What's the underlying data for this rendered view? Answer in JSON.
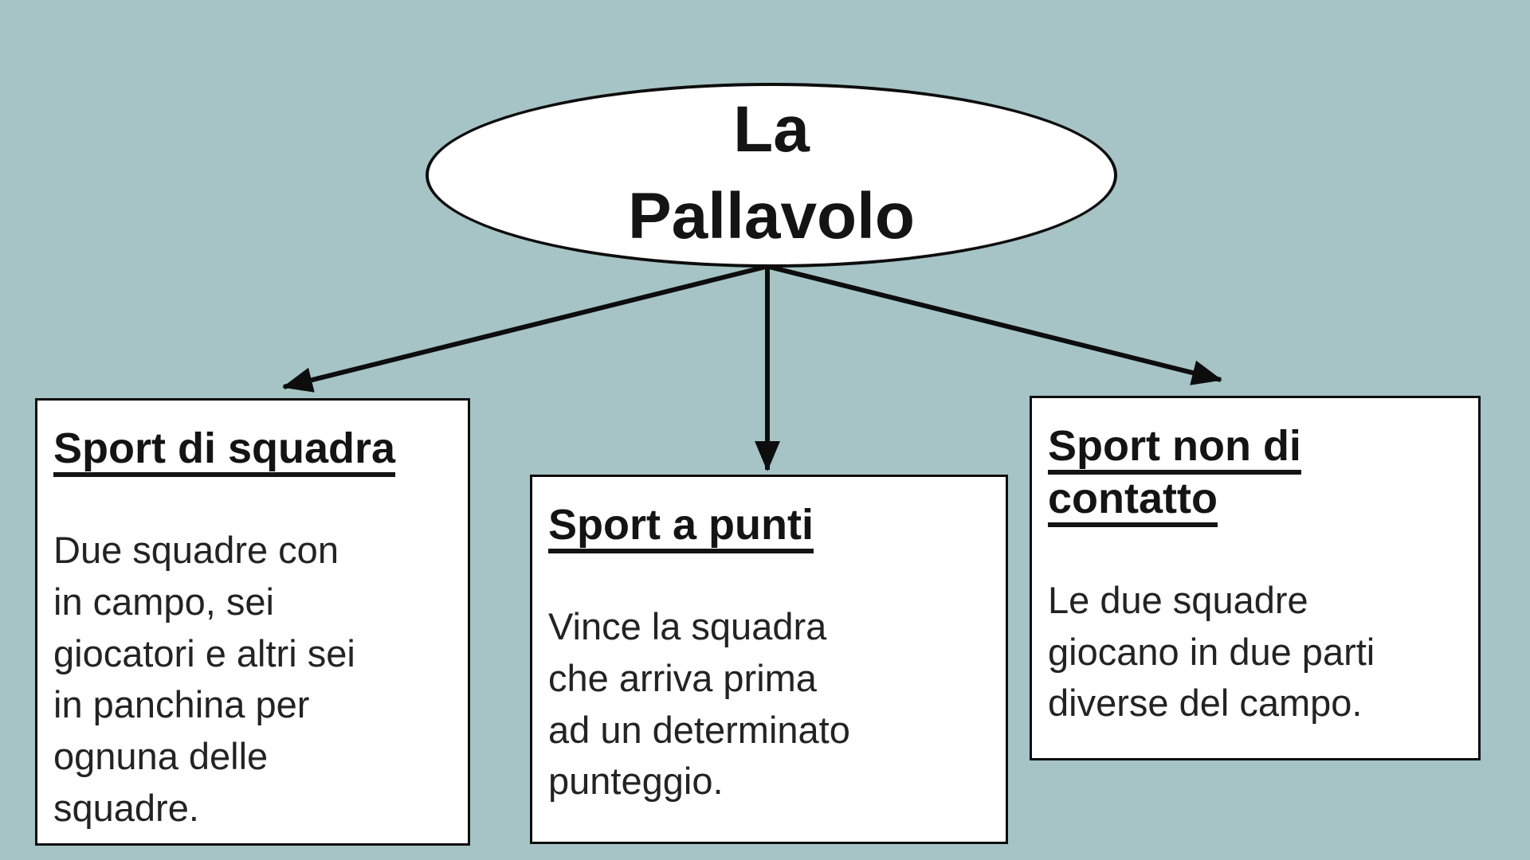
{
  "root_node": {
    "title": "La\nPallavolo"
  },
  "branches": [
    {
      "id": "sport-di-squadra",
      "heading": "Sport di squadra",
      "body": "Due squadre con\nin campo, sei\ngiocatori e altri sei\nin panchina per\nognuna delle\nsquadre."
    },
    {
      "id": "sport-a-punti",
      "heading": "Sport a punti",
      "body": "Vince la squadra\nche arriva prima\nad un determinato\npunteggio."
    },
    {
      "id": "sport-non-di-contatto",
      "heading": "Sport non di\ncontatto",
      "body": "Le due squadre\ngiocano in due parti\ndiverse del campo."
    }
  ],
  "colors": {
    "background": "#a6c4c6",
    "node-fill": "#ffffff",
    "node-border": "#0d0d0d",
    "heading-text": "#141414",
    "body-text": "#232323",
    "arrow": "#0d0d0d"
  }
}
